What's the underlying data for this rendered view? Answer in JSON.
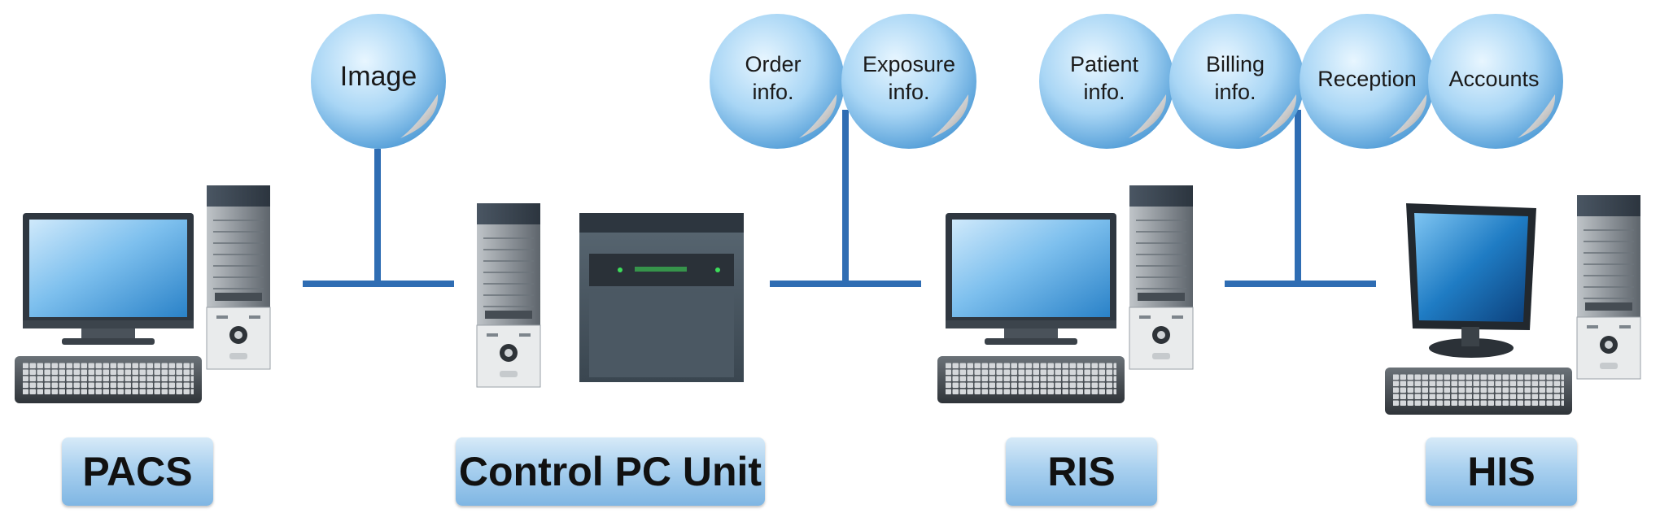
{
  "nodes": [
    {
      "id": "pacs",
      "label": "PACS"
    },
    {
      "id": "control",
      "label": "Control PC Unit"
    },
    {
      "id": "ris",
      "label": "RIS"
    },
    {
      "id": "his",
      "label": "HIS"
    }
  ],
  "bubbles": {
    "image": [
      "Image"
    ],
    "order": [
      "Order",
      "info."
    ],
    "exposure": [
      "Exposure",
      "info."
    ],
    "patient": [
      "Patient",
      "info."
    ],
    "billing": [
      "Billing",
      "info."
    ],
    "reception": [
      "Reception"
    ],
    "accounts": [
      "Accounts"
    ]
  },
  "colors": {
    "link": "#2f6db3",
    "bubble_light": "#d9eefc",
    "bubble_dark": "#5aa4dc",
    "label_box": "#a9d0ef"
  }
}
